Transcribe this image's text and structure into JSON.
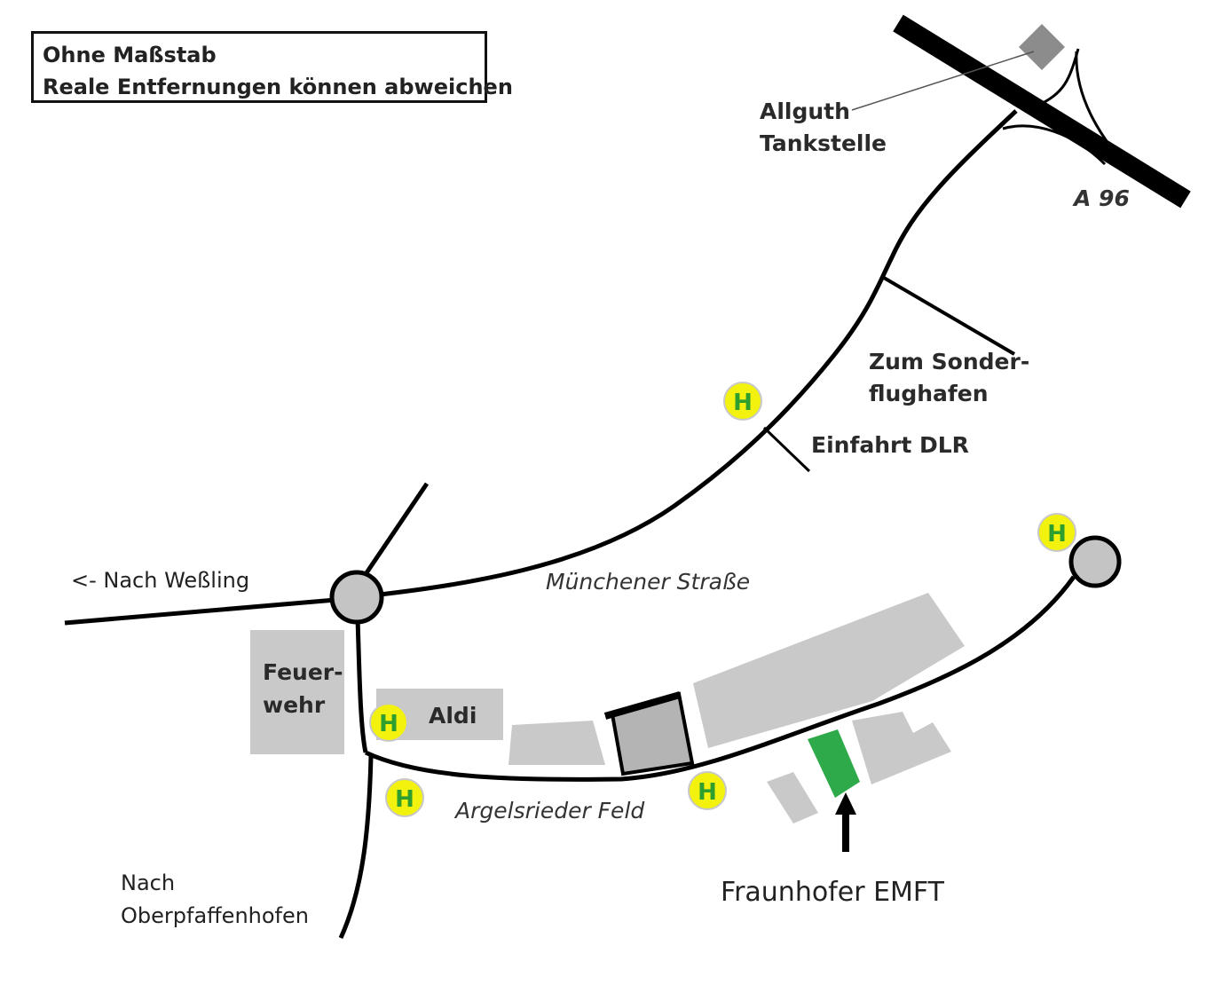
{
  "note": {
    "line1": "Ohne Maßstab",
    "line2": "Reale Entfernungen können abweichen"
  },
  "labels": {
    "gas_station_line1": "Allguth",
    "gas_station_line2": "Tankstelle",
    "motorway": "A 96",
    "airfield_line1": "Zum Sonder-",
    "airfield_line2": "flughafen",
    "dlr_entrance": "Einfahrt DLR",
    "to_wessling": "<- Nach Weßling",
    "muenchener_strasse": "Münchener Straße",
    "fire_station_line1": "Feuer-",
    "fire_station_line2": "wehr",
    "aldi": "Aldi",
    "argelsrieder_feld": "Argelsrieder Feld",
    "to_oberpfaffenhofen_line1": "Nach",
    "to_oberpfaffenhofen_line2": "Oberpfaffenhofen",
    "destination": "Fraunhofer EMFT"
  },
  "bus_stop_symbol": "H",
  "colors": {
    "road": "#000000",
    "building": "#c9c9c9",
    "roundabout": "#c4c4c4",
    "bus_stop_fill": "#f2f20e",
    "bus_stop_text": "#2e9e2e",
    "destination_building": "#2eaa4a",
    "gas_station": "#8c8c8c"
  }
}
